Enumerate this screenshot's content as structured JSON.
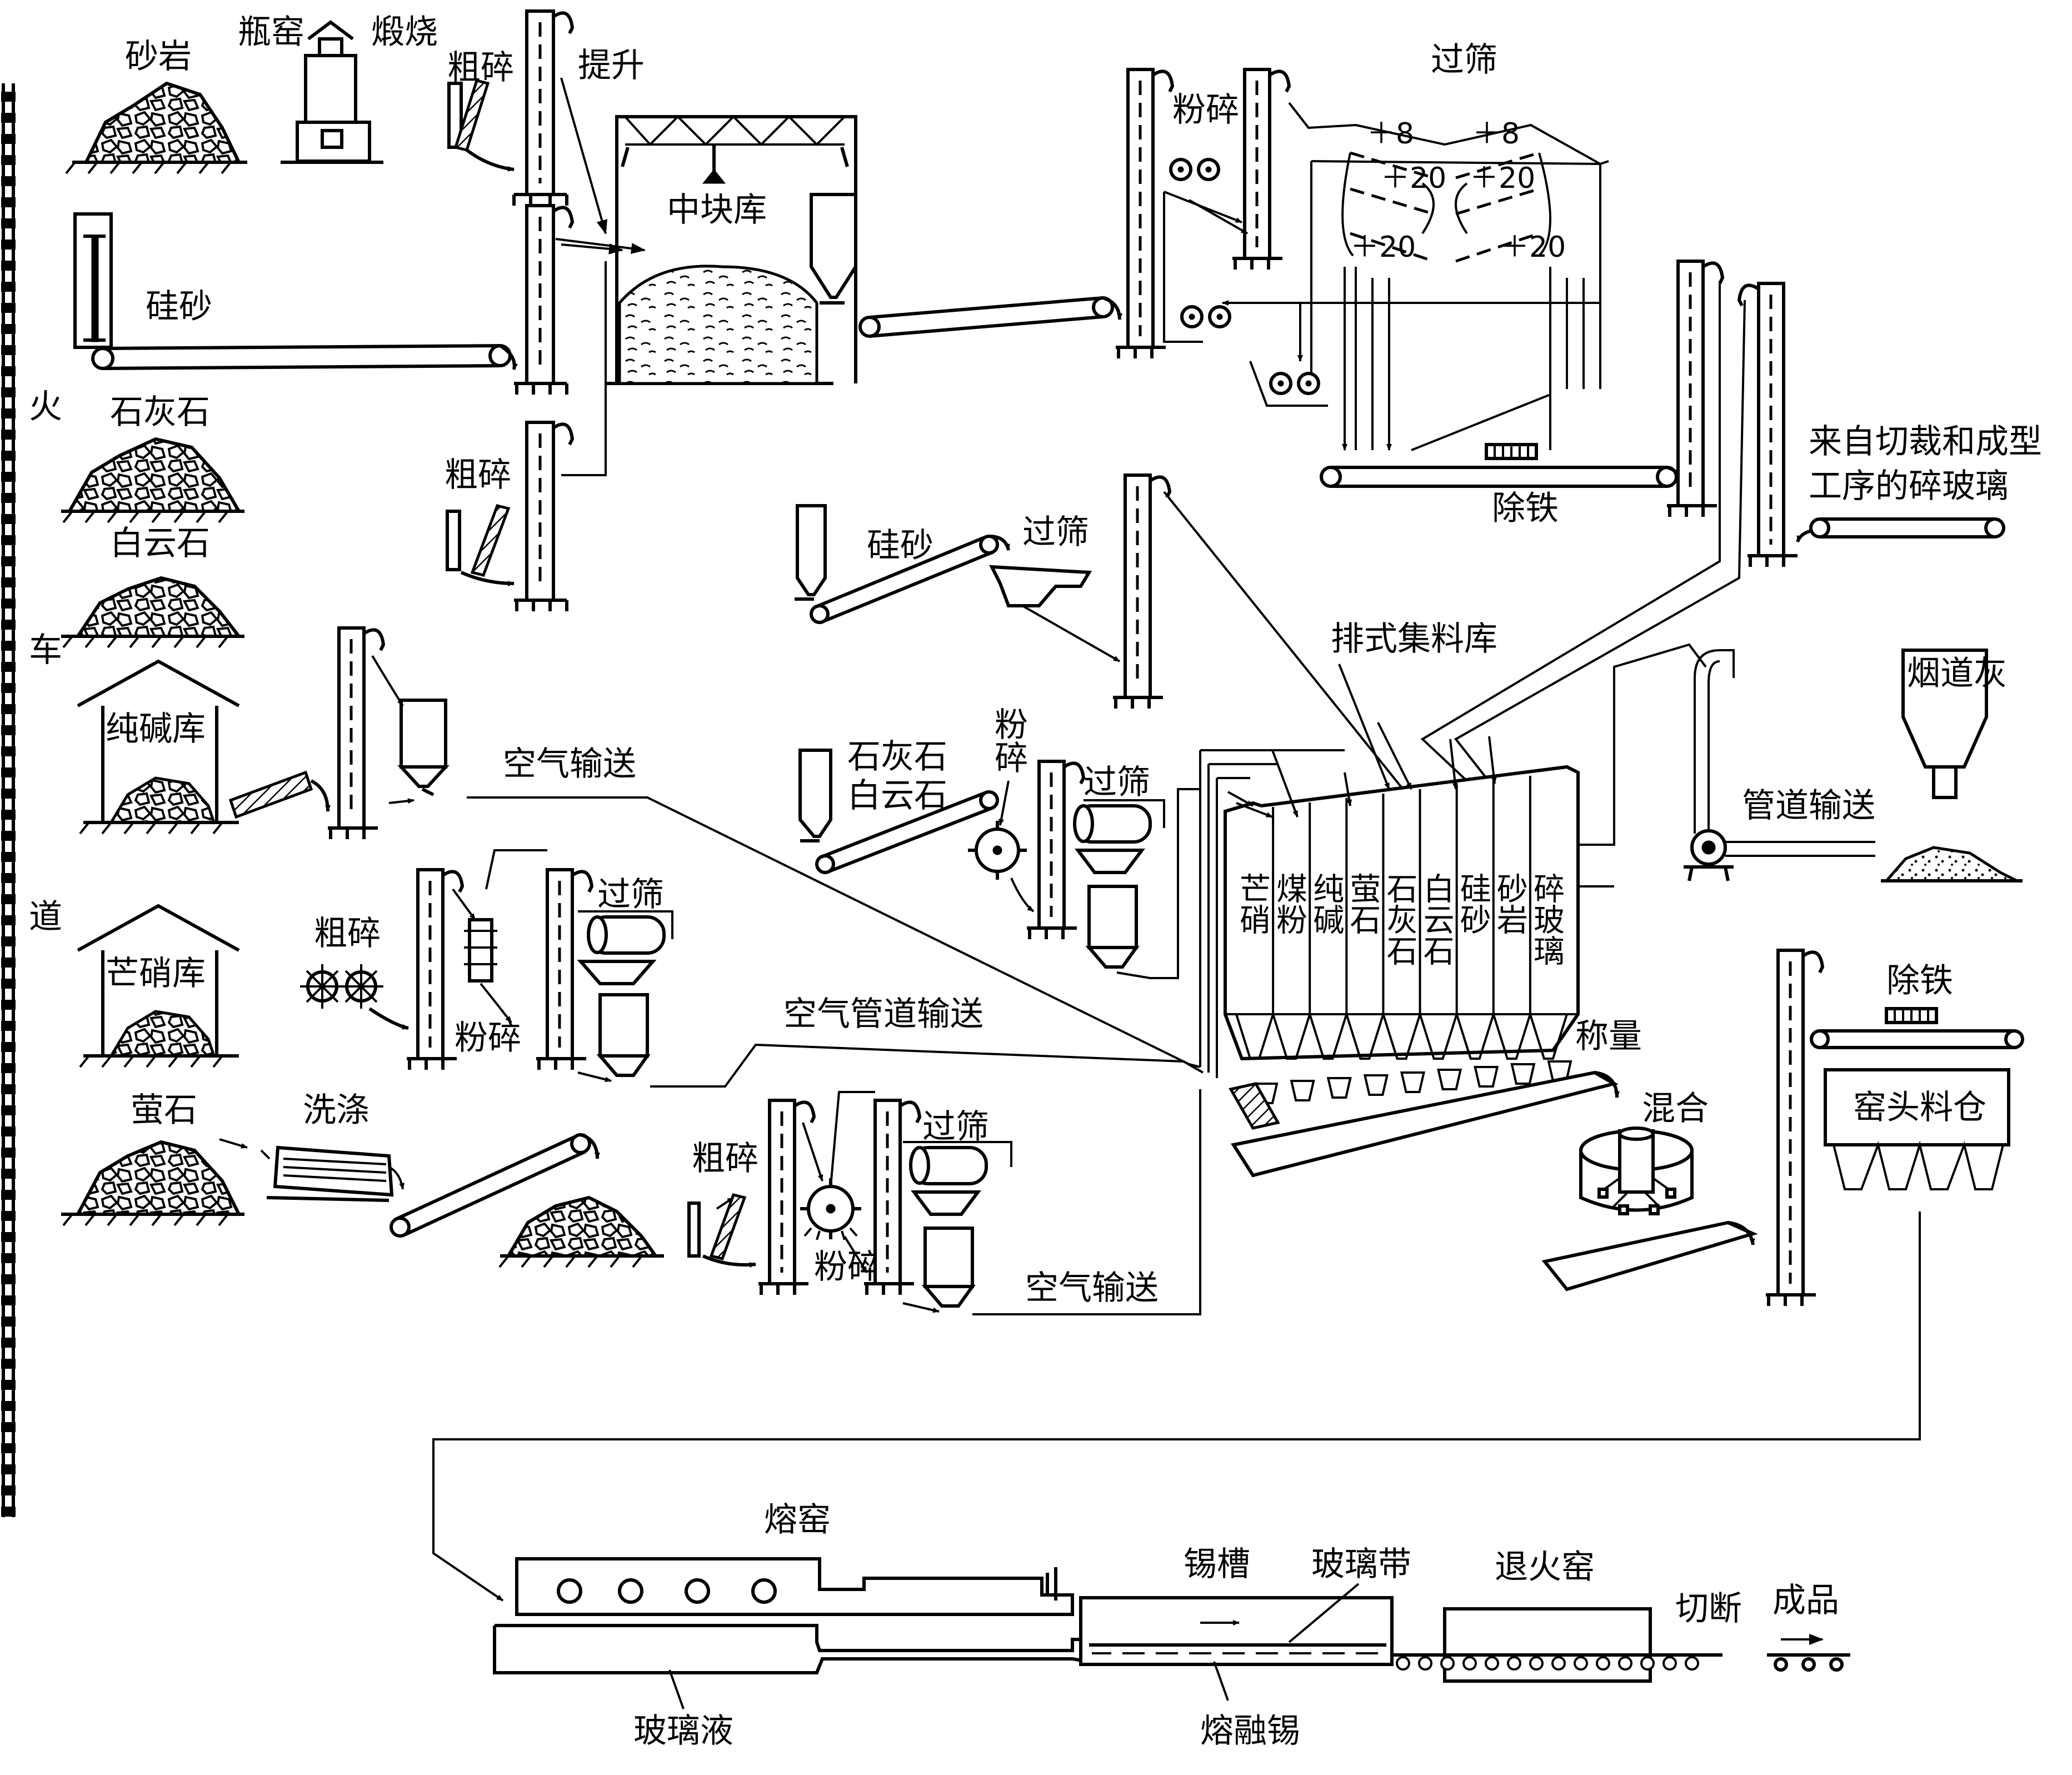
{
  "side_track": {
    "chars": [
      "火",
      "车",
      "道"
    ]
  },
  "materials": {
    "sandstone": "砂岩",
    "kiln": "瓶窑",
    "calcine": "煅烧",
    "silica_sand": "硅砂",
    "limestone": "石灰石",
    "dolomite": "白云石",
    "soda_store": "纯碱库",
    "mirabilite_store": "芒硝库",
    "fluorite": "萤石",
    "flue_ash": "烟道灰"
  },
  "process": {
    "coarse_crush": "粗碎",
    "lift": "提升",
    "mid_block_store": "中块库",
    "grind": "粉碎",
    "sieve": "过筛",
    "iron_removal": "除铁",
    "air_convey": "空气输送",
    "air_pipe_convey": "空气管道输送",
    "pipe_convey": "管道输送",
    "wash": "洗涤",
    "weighing": "称量",
    "mixing": "混合",
    "batch_silo": "排式集料库",
    "kiln_head_bin": "窑头料仓",
    "cullet_line1": "来自切裁和成型",
    "cullet_line2": "工序的碎玻璃"
  },
  "sieve_sizes": {
    "s8a": "＋8",
    "s8b": "＋8",
    "s20a": "＋20",
    "s20b": "＋20",
    "s20c": "＋20",
    "s20d": "＋20"
  },
  "silo_cells": [
    "芒硝",
    "煤粉",
    "纯碱",
    "萤石",
    "石灰石",
    "白云石",
    "硅砂",
    "砂岩",
    "碎玻璃"
  ],
  "bottom": {
    "melting_kiln": "熔窑",
    "glass_liquid": "玻璃液",
    "tin_bath": "锡槽",
    "glass_ribbon": "玻璃带",
    "molten_tin": "熔融锡",
    "annealing_lehr": "退火窑",
    "cutting": "切断",
    "product": "成品"
  }
}
